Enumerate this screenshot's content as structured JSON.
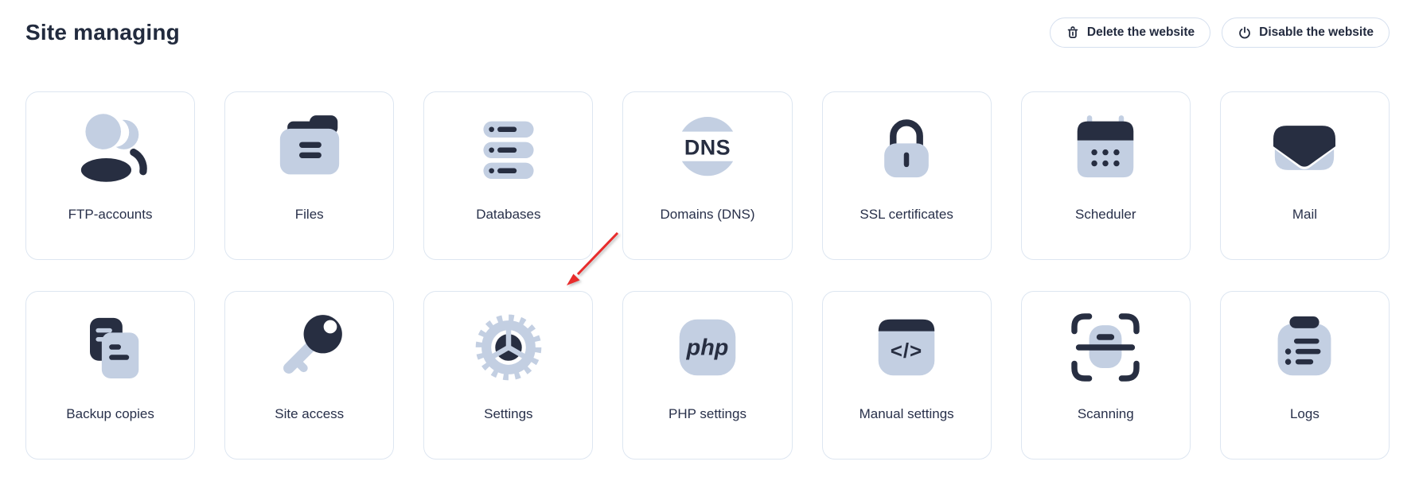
{
  "header": {
    "title": "Site managing",
    "buttons": [
      {
        "label": "Delete the website",
        "icon": "trash-icon"
      },
      {
        "label": "Disable the website",
        "icon": "power-icon"
      }
    ]
  },
  "cards": [
    {
      "label": "FTP-accounts",
      "icon": "ftp-accounts-icon"
    },
    {
      "label": "Files",
      "icon": "folder-icon"
    },
    {
      "label": "Databases",
      "icon": "database-stack-icon"
    },
    {
      "label": "Domains (DNS)",
      "icon": "dns-globe-icon"
    },
    {
      "label": "SSL certificates",
      "icon": "padlock-icon"
    },
    {
      "label": "Scheduler",
      "icon": "calendar-icon"
    },
    {
      "label": "Mail",
      "icon": "envelope-icon"
    },
    {
      "label": "Backup copies",
      "icon": "documents-icon"
    },
    {
      "label": "Site access",
      "icon": "key-icon"
    },
    {
      "label": "Settings",
      "icon": "gear-icon"
    },
    {
      "label": "PHP settings",
      "icon": "php-icon"
    },
    {
      "label": "Manual settings",
      "icon": "code-icon"
    },
    {
      "label": "Scanning",
      "icon": "scan-icon"
    },
    {
      "label": "Logs",
      "icon": "logs-icon"
    }
  ],
  "annotation": {
    "shape": "arrow",
    "color": "#e82c2c",
    "points_to": "Settings card"
  },
  "colors": {
    "icon_dark": "#272e41",
    "icon_light": "#c3cfe2",
    "card_border": "#dde6f1",
    "text": "#242c40",
    "background": "#ffffff"
  }
}
